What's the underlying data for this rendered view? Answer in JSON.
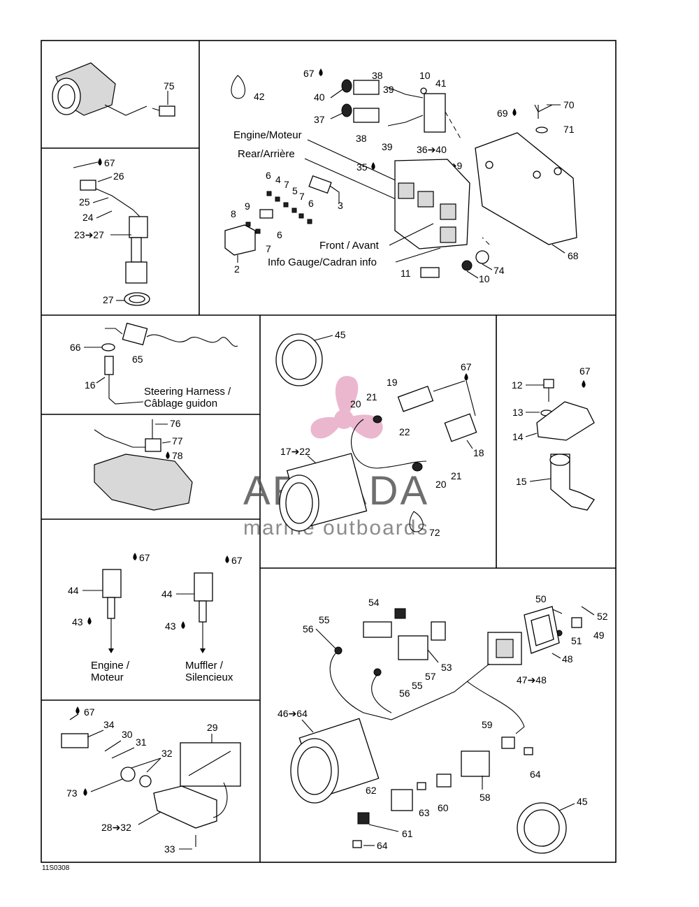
{
  "diagram": {
    "ref_code": "11S0308",
    "watermark": {
      "brand": "ARMADA",
      "tagline": "marine outboards",
      "color": "#e7a6c4"
    },
    "captions": {
      "engine_moteur": "Engine/Moteur",
      "rear_arriere": "Rear/Arrière",
      "front_avant": "Front / Avant",
      "info_gauge": "Info Gauge/Cadran info",
      "steering_1": "Steering Harness /",
      "steering_2": "Câblage guidon",
      "engine_1": "Engine /",
      "engine_2": "Moteur",
      "muffler_1": "Muffler /",
      "muffler_2": "Silencieux"
    },
    "callouts": {
      "c75": "75",
      "c67a": "67",
      "c26": "26",
      "c25": "25",
      "c24": "24",
      "c23": "23➔27",
      "c27": "27",
      "c42": "42",
      "c67b": "67",
      "c38a": "38",
      "c10a": "10",
      "c41": "41",
      "c39a": "39",
      "c40a": "40",
      "c37": "37",
      "c38b": "38",
      "c39b": "39",
      "c36": "36➔40",
      "c70": "70",
      "c69": "69",
      "c71": "71",
      "c35": "35",
      "c1": "1➔9",
      "c6a": "6",
      "c4": "4",
      "c7a": "7",
      "c5": "5",
      "c7b": "7",
      "c6b": "6",
      "c3": "3",
      "c8": "8",
      "c9": "9",
      "c6c": "6",
      "c7c": "7",
      "c2": "2",
      "c11": "11",
      "c10b": "10",
      "c74": "74",
      "c68": "68",
      "c66": "66",
      "c65": "65",
      "c16": "16",
      "c76": "76",
      "c77": "77",
      "c78": "78",
      "c45a": "45",
      "c19": "19",
      "c67c": "67",
      "c21a": "21",
      "c20a": "20",
      "c22a": "22",
      "c18": "18",
      "c17": "17➔22",
      "c21b": "21",
      "c20b": "20",
      "c72": "72",
      "c12": "12",
      "c67d": "67",
      "c13": "13",
      "c14": "14",
      "c15": "15",
      "c67e": "67",
      "c44a": "44",
      "c43a": "43",
      "c67f": "67",
      "c44b": "44",
      "c43b": "43",
      "c67g": "67",
      "c34": "34",
      "c30": "30",
      "c31": "31",
      "c29": "29",
      "c32": "32",
      "c73": "73",
      "c28": "28➔32",
      "c33": "33",
      "c54": "54",
      "c55a": "55",
      "c56a": "56",
      "c50": "50",
      "c52": "52",
      "c51": "51",
      "c49": "49",
      "c53": "53",
      "c48": "48",
      "c57": "57",
      "c55b": "55",
      "c56b": "56",
      "c47": "47➔48",
      "c46": "46➔64",
      "c59": "59",
      "c64a": "64",
      "c62": "62",
      "c63": "63",
      "c60": "60",
      "c58": "58",
      "c61": "61",
      "c45b": "45",
      "c64b": "64"
    }
  }
}
